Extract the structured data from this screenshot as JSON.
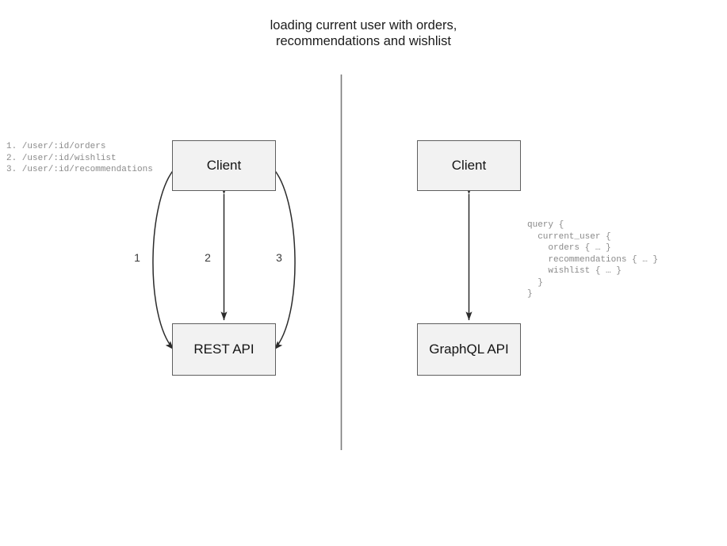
{
  "diagram": {
    "title": "loading current user with orders,\nrecommendations and wishlist",
    "background_color": "#ffffff",
    "box_fill_color": "#f2f2f2",
    "box_border_color": "#5f5f5f",
    "divider_color": "#7a7a7a",
    "arrow_color": "#2b2b2b",
    "annotation_text_color": "#8a8a8a"
  },
  "rest_side": {
    "client_label": "Client",
    "api_label": "REST API",
    "edge_labels": [
      "1",
      "2",
      "3"
    ],
    "endpoints_text": "1. /user/:id/orders\n2. /user/:id/wishlist\n3. /user/:id/recommendations",
    "endpoints": [
      {
        "number": "1.",
        "path": "/user/:id/orders"
      },
      {
        "number": "2.",
        "path": "/user/:id/wishlist"
      },
      {
        "number": "3.",
        "path": "/user/:id/recommendations"
      }
    ]
  },
  "graphql_side": {
    "client_label": "Client",
    "api_label": "GraphQL API",
    "query_text": "query {\n  current_user {\n    orders { … }\n    recommendations { … }\n    wishlist { … }\n  }\n}",
    "query_lines": [
      "query {",
      "  current_user {",
      "    orders { … }",
      "    recommendations { … }",
      "    wishlist { … }",
      "  }",
      "}"
    ]
  }
}
